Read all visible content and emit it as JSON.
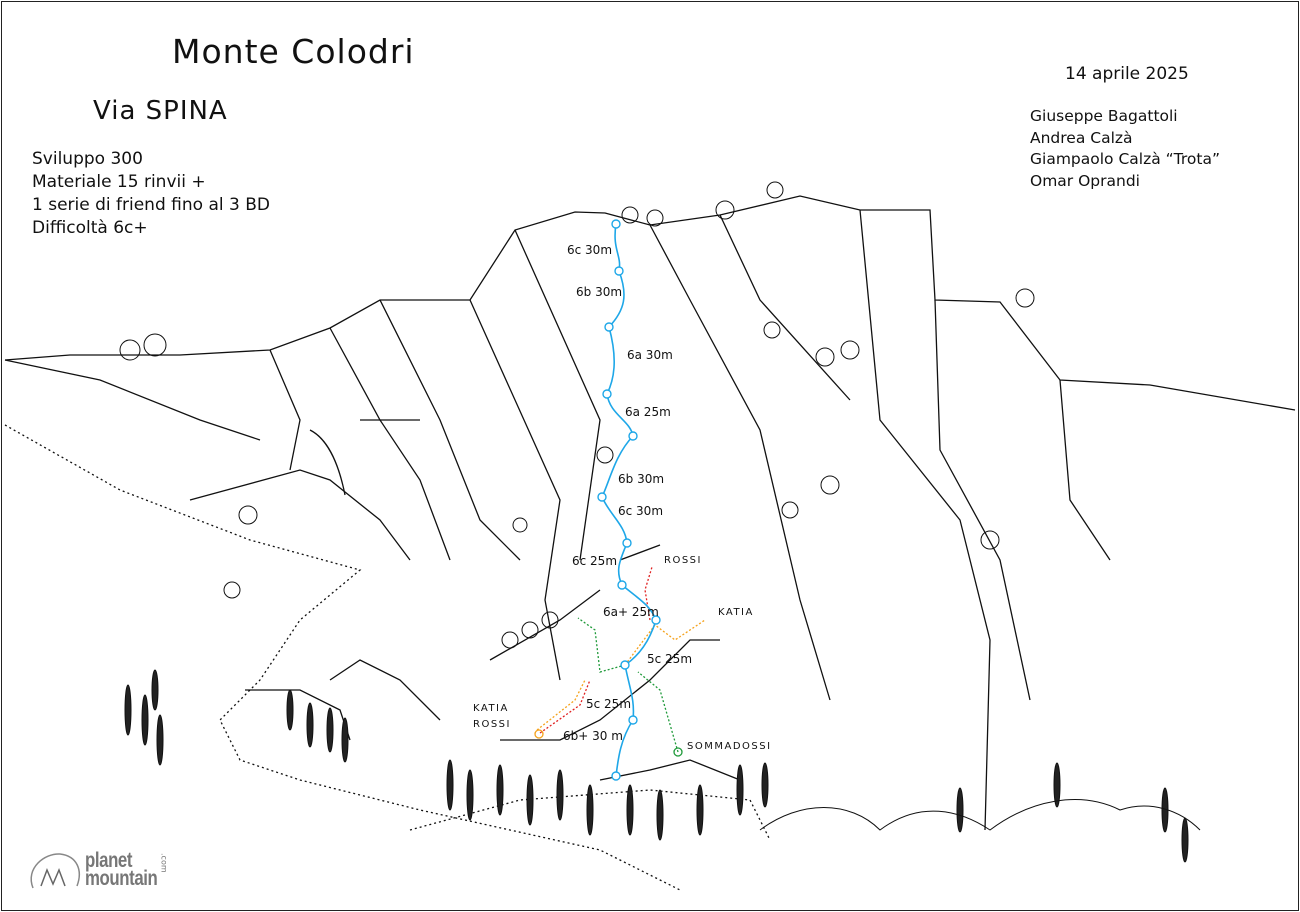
{
  "header": {
    "title": "Monte Colodri",
    "route_name": "Via SPINA",
    "info": [
      "Sviluppo 300",
      "Materiale 15 rinvii +",
      "1 serie di friend fino al 3 BD",
      "Difficoltà 6c+"
    ],
    "date": "14 aprile 2025",
    "first_ascent": [
      "Giuseppe Bagattoli",
      "Andrea Calzà",
      "Giampaolo Calzà “Trota”",
      "Omar Oprandi"
    ]
  },
  "pitches": [
    "6c 30m",
    "6b 30m",
    "6a 30m",
    "6a 25m",
    "6b 30m",
    "6c 30m",
    "6c 25m",
    "6a+ 25m",
    "5c 25m",
    "5c 25m",
    "6b+ 30 m"
  ],
  "other_routes": {
    "rossi_top": "ROSSI",
    "katia_right": "KATIA",
    "katia_left": "KATIA",
    "rossi_left": "ROSSI",
    "sommadossi": "SOMMADOSSI"
  },
  "colors": {
    "route": "#1ea7e8",
    "rossi": "#e02020",
    "katia": "#f5a21b",
    "sommadossi": "#1f9a3a"
  },
  "logo": {
    "line1": "planet",
    "line2": "mountain",
    "suffix": ".com"
  }
}
